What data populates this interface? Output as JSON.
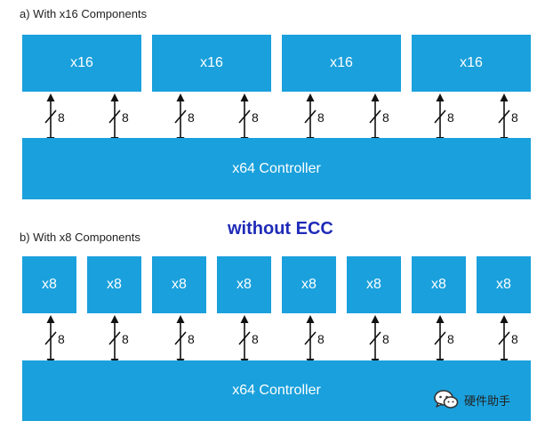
{
  "section_a": {
    "title": "a) With x16 Components",
    "chips": [
      "x16",
      "x16",
      "x16",
      "x16"
    ],
    "bus_widths": [
      "8",
      "8",
      "8",
      "8",
      "8",
      "8",
      "8",
      "8"
    ],
    "controller": "x64 Controller"
  },
  "section_b": {
    "title": "b) With x8 Components",
    "chips": [
      "x8",
      "x8",
      "x8",
      "x8",
      "x8",
      "x8",
      "x8",
      "x8"
    ],
    "bus_widths": [
      "8",
      "8",
      "8",
      "8",
      "8",
      "8",
      "8",
      "8"
    ],
    "controller": "x64 Controller"
  },
  "note": "without ECC",
  "watermark": {
    "icon": "wechat-icon",
    "text": "硬件助手"
  },
  "colors": {
    "block": "#1aa0dc",
    "note": "#1f2bb8"
  }
}
